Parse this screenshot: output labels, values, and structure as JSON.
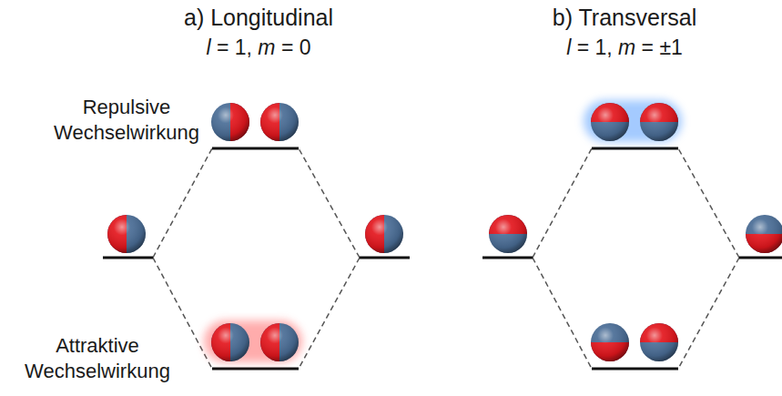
{
  "diagram": {
    "labels": [
      "a) Longitudinal",
      "l = 1, m = 0",
      "b) Transversal",
      "l = 1, m = ±1",
      "Repulsive Wechselwirkung",
      "Attraktive Wechselwirkung"
    ]
  }
}
